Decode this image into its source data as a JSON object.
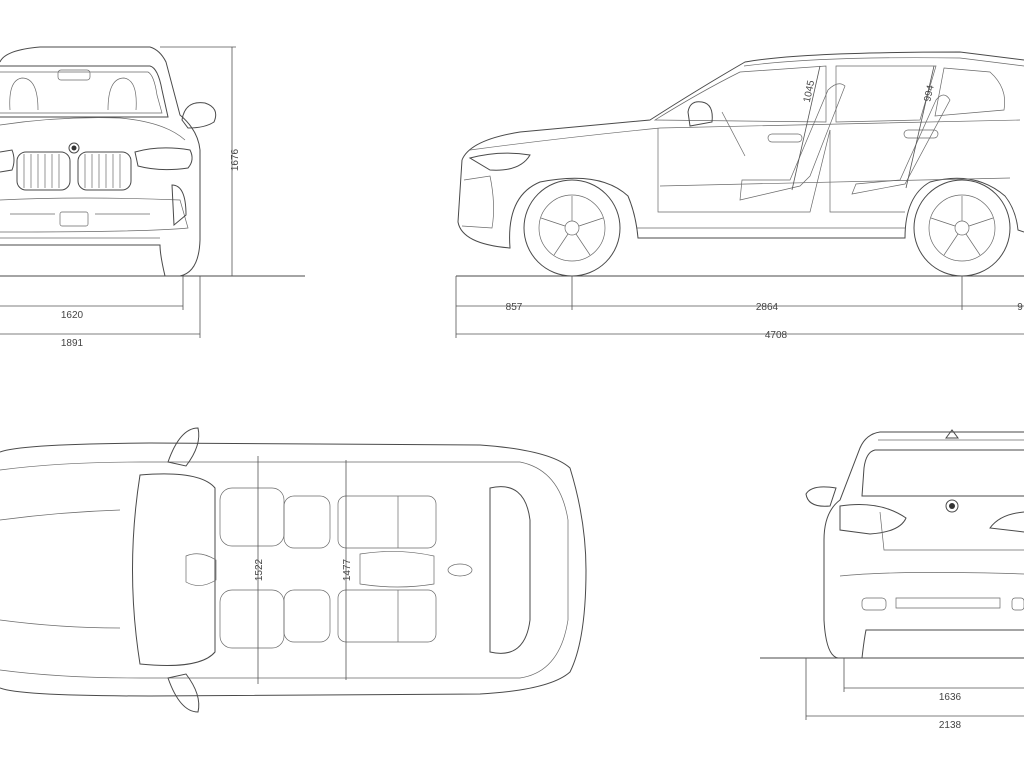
{
  "dimensions": {
    "front_height": "1676",
    "front_track": "1620",
    "front_width_mirrors": "1891",
    "front_overhang": "857",
    "wheelbase": "2864",
    "rear_overhang_partial": "9",
    "overall_length": "4708",
    "front_headroom": "1045",
    "rear_headroom": "994",
    "front_shoulder_width": "1522",
    "rear_shoulder_width": "1477",
    "rear_track": "1636",
    "rear_width_mirrors": "2138"
  }
}
